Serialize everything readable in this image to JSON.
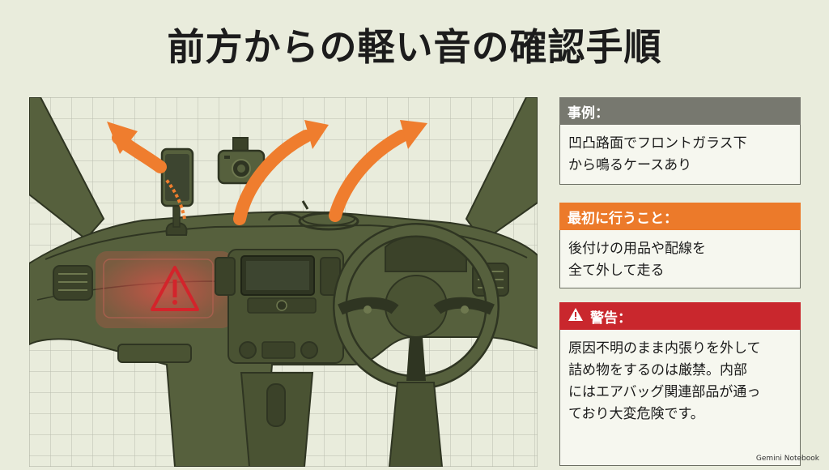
{
  "title": "前方からの軽い音の確認手順",
  "panels": {
    "example": {
      "heading": "事例：",
      "body": "凹凸路面でフロントガラス下\nから鳴るケースあり"
    },
    "first": {
      "heading": "最初に行うこと：",
      "body": "後付けの用品や配線を\n全て外して走る"
    },
    "warning": {
      "heading": "警告：",
      "body": "原因不明のまま内張りを外して\n詰め物をするのは厳禁。内部\nにはエアバッグ関連部品が通っ\nており大変危険です。"
    }
  },
  "footer": "Gemini Notebook",
  "colors": {
    "interior": "#56603d",
    "interior_dark": "#3b4229",
    "arrow": "#ef7d2e",
    "warning_red": "#c9272d",
    "example_gray": "#77786f",
    "first_orange": "#ec7a2a"
  },
  "icons": [
    "warning-icon",
    "smartphone-holder-icon",
    "dashcam-icon",
    "cable-icon",
    "steering-wheel-icon"
  ]
}
